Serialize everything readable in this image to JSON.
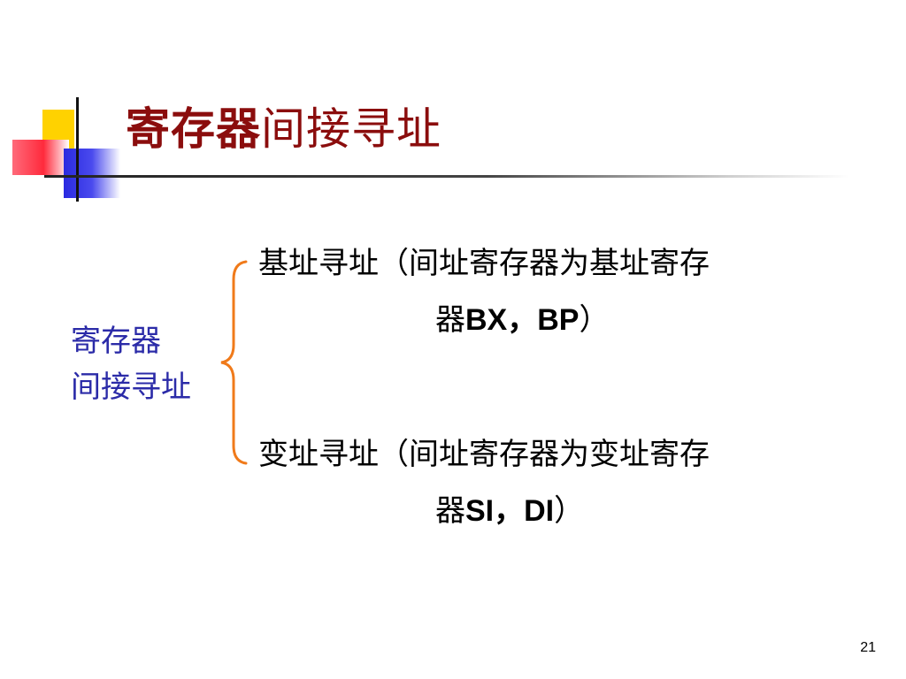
{
  "slide": {
    "title_bold": "寄存器",
    "title_rest": "间接寻址",
    "label_line1": "寄存器",
    "label_line2": "间接寻址",
    "items": [
      {
        "line1": "基址寻址（间址寄存器为基址寄存",
        "line2_prefix": "器",
        "line2_regs": "BX，BP",
        "line2_suffix": "）"
      },
      {
        "line1": "变址寻址（间址寄存器为变址寄存",
        "line2_prefix": "器",
        "line2_regs": "SI，DI",
        "line2_suffix": "）"
      }
    ],
    "page_number": "21"
  },
  "colors": {
    "title": "#8b0d0d",
    "label": "#2b2ba8",
    "brace": "#f07a1a",
    "accent_yellow": "#ffd200",
    "accent_red": "#ff2a3c",
    "accent_blue": "#2a2ae0"
  }
}
